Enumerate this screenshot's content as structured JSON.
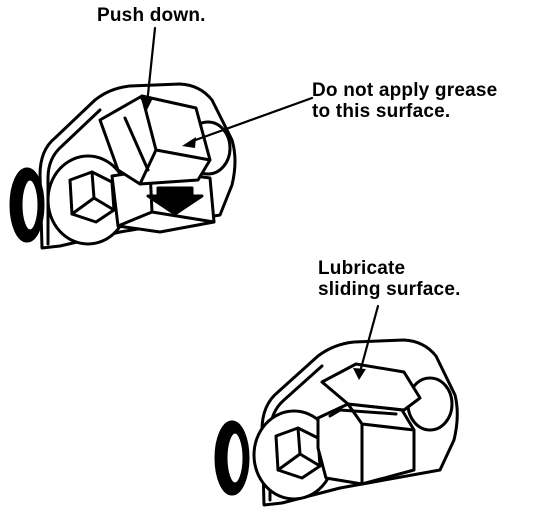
{
  "callouts": {
    "push_down": "Push down.",
    "no_grease": [
      "Do not apply grease",
      "to this surface."
    ],
    "lubricate": [
      "Lubricate",
      "sliding surface."
    ]
  }
}
